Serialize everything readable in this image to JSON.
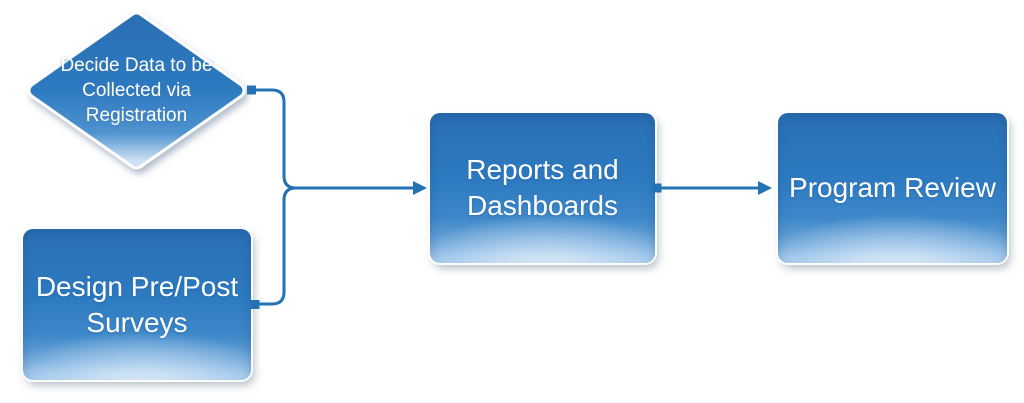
{
  "diagram": {
    "type": "flowchart",
    "nodes": [
      {
        "id": "decide-data",
        "shape": "diamond",
        "label": "Decide Data to be\nCollected via\nRegistration"
      },
      {
        "id": "design-surveys",
        "shape": "rounded-rect",
        "label": "Design Pre/Post\nSurveys"
      },
      {
        "id": "reports-dashboards",
        "shape": "rounded-rect",
        "label": "Reports and\nDashboards"
      },
      {
        "id": "program-review",
        "shape": "rounded-rect",
        "label": "Program Review"
      }
    ],
    "edges": [
      {
        "from": "decide-data",
        "to": "reports-dashboards",
        "style": "elbow-arrow"
      },
      {
        "from": "design-surveys",
        "to": "reports-dashboards",
        "style": "elbow-arrow"
      },
      {
        "from": "reports-dashboards",
        "to": "program-review",
        "style": "straight-arrow"
      }
    ],
    "colors": {
      "node-blue": "#2d7ac0",
      "node-blue-dark": "#2a70b5",
      "node-blue-light": "#9ec6ea",
      "connector-blue": "#2272b4",
      "label-text": "#ffffff",
      "page-bg": "#ffffff"
    }
  }
}
